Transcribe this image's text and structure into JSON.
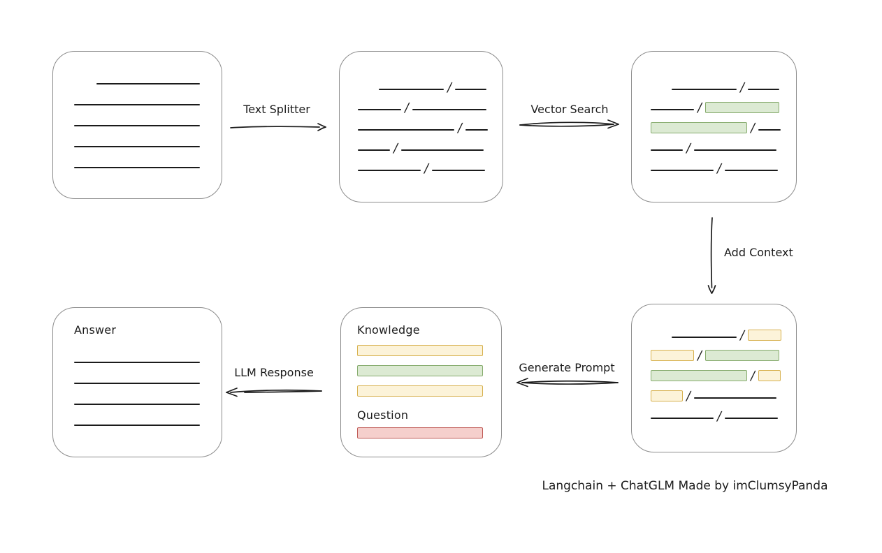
{
  "caption": "Langchain + ChatGLM Made by imClumsyPanda",
  "colors": {
    "ink": "#1b1b1b",
    "box_border": "#8c8c8c",
    "yellow_fill": "#fcf3d9",
    "yellow_border": "#d7b14f",
    "green_fill": "#dcead3",
    "green_border": "#86ab6d",
    "red_fill": "#f5cfcc",
    "red_border": "#c05b57"
  },
  "arrows": {
    "text_splitter": {
      "label": "Text Splitter",
      "direction": "right"
    },
    "vector_search": {
      "label": "Vector Search",
      "direction": "right"
    },
    "add_context": {
      "label": "Add Context",
      "direction": "down"
    },
    "generate_prompt": {
      "label": "Generate Prompt",
      "direction": "left"
    },
    "llm_response": {
      "label": "LLM Response",
      "direction": "left"
    }
  },
  "boxes": {
    "source_document": {
      "lines": [
        {
          "indent": 32,
          "w": 148
        },
        {
          "indent": 0,
          "w": 180
        },
        {
          "indent": 0,
          "w": 180
        },
        {
          "indent": 0,
          "w": 180
        },
        {
          "indent": 0,
          "w": 180
        }
      ]
    },
    "split_text": {
      "rows": [
        {
          "indent": 30,
          "segments": [
            {
              "type": "line",
              "w": 93
            },
            {
              "type": "slash"
            },
            {
              "type": "line",
              "w": 45
            }
          ]
        },
        {
          "indent": 0,
          "segments": [
            {
              "type": "line",
              "w": 62
            },
            {
              "type": "slash"
            },
            {
              "type": "line",
              "w": 106
            }
          ]
        },
        {
          "indent": 0,
          "segments": [
            {
              "type": "line",
              "w": 138
            },
            {
              "type": "slash"
            },
            {
              "type": "line",
              "w": 32
            }
          ]
        },
        {
          "indent": 0,
          "segments": [
            {
              "type": "line",
              "w": 46
            },
            {
              "type": "slash"
            },
            {
              "type": "line",
              "w": 118
            }
          ]
        },
        {
          "indent": 0,
          "segments": [
            {
              "type": "line",
              "w": 90
            },
            {
              "type": "slash"
            },
            {
              "type": "line",
              "w": 76
            }
          ]
        }
      ]
    },
    "vector_result": {
      "rows": [
        {
          "indent": 30,
          "segments": [
            {
              "type": "line",
              "w": 93
            },
            {
              "type": "slash"
            },
            {
              "type": "line",
              "w": 45
            }
          ]
        },
        {
          "indent": 0,
          "segments": [
            {
              "type": "line",
              "w": 62
            },
            {
              "type": "slash"
            },
            {
              "type": "green",
              "w": 106
            }
          ]
        },
        {
          "indent": 0,
          "segments": [
            {
              "type": "green",
              "w": 138
            },
            {
              "type": "slash"
            },
            {
              "type": "line",
              "w": 32
            }
          ]
        },
        {
          "indent": 0,
          "segments": [
            {
              "type": "line",
              "w": 46
            },
            {
              "type": "slash"
            },
            {
              "type": "line",
              "w": 118
            }
          ]
        },
        {
          "indent": 0,
          "segments": [
            {
              "type": "line",
              "w": 90
            },
            {
              "type": "slash"
            },
            {
              "type": "line",
              "w": 76
            }
          ]
        }
      ]
    },
    "context_result": {
      "rows": [
        {
          "indent": 30,
          "segments": [
            {
              "type": "line",
              "w": 93
            },
            {
              "type": "slash"
            },
            {
              "type": "yellow",
              "w": 48
            }
          ]
        },
        {
          "indent": 0,
          "segments": [
            {
              "type": "yellow",
              "w": 62
            },
            {
              "type": "slash"
            },
            {
              "type": "green",
              "w": 106
            }
          ]
        },
        {
          "indent": 0,
          "segments": [
            {
              "type": "green",
              "w": 138
            },
            {
              "type": "slash"
            },
            {
              "type": "yellow",
              "w": 32
            }
          ]
        },
        {
          "indent": 0,
          "segments": [
            {
              "type": "yellow",
              "w": 46
            },
            {
              "type": "slash"
            },
            {
              "type": "line",
              "w": 118
            }
          ]
        },
        {
          "indent": 0,
          "segments": [
            {
              "type": "line",
              "w": 90
            },
            {
              "type": "slash"
            },
            {
              "type": "line",
              "w": 76
            }
          ]
        }
      ]
    },
    "prompt": {
      "knowledge_label": "Knowledge",
      "question_label": "Question",
      "knowledge_bars": [
        "yellow",
        "green",
        "yellow"
      ],
      "question_bars": [
        "red"
      ]
    },
    "answer": {
      "title": "Answer",
      "lines": [
        {
          "indent": 0,
          "w": 180
        },
        {
          "indent": 0,
          "w": 180
        },
        {
          "indent": 0,
          "w": 180
        },
        {
          "indent": 0,
          "w": 180
        }
      ]
    }
  }
}
